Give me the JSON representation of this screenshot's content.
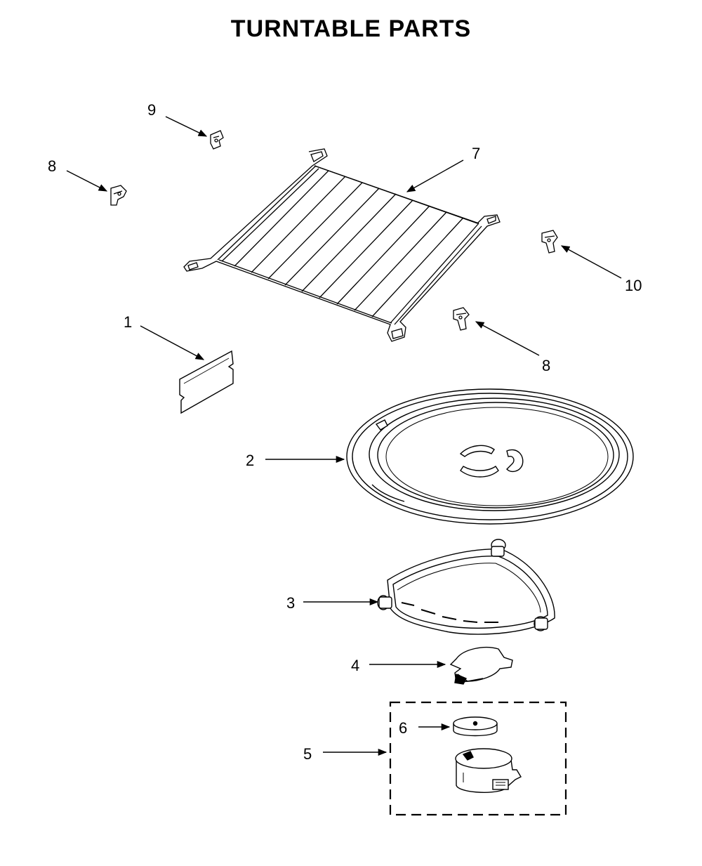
{
  "title": "TURNTABLE PARTS",
  "callouts": [
    "9",
    "8",
    "7",
    "10",
    "8",
    "1",
    "2",
    "3",
    "4",
    "6",
    "5"
  ],
  "colors": {
    "line": "#000000",
    "background": "#ffffff"
  }
}
